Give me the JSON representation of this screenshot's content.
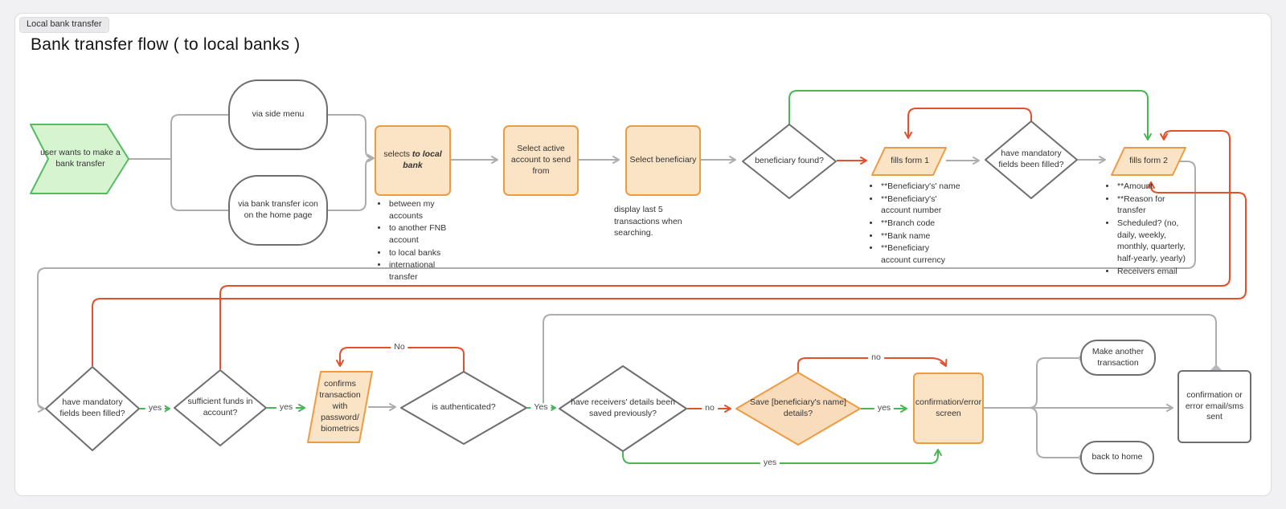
{
  "page": {
    "tab": "Local bank transfer",
    "title": "Bank transfer flow ( to local banks )"
  },
  "colors": {
    "connector_gray": "#adadaf",
    "connector_red": "#e2502c",
    "connector_green": "#4ab556",
    "shape_border_gray": "#6e6e70",
    "shape_border_orange": "#ec9c42",
    "shape_fill_orange": "#fbe3c5",
    "shape_fill_orange_diamond": "#f8dcbb",
    "start_fill_green": "#d7f4d1",
    "start_border_green": "#57bb61"
  },
  "nodes": {
    "start": "user wants to make a bank transfer",
    "via_side_menu": "via side menu",
    "via_icon": "via bank transfer icon on the home page",
    "selects_local": {
      "prefix": "selects ",
      "em": "to local bank"
    },
    "select_account": "Select active account to send from",
    "select_beneficiary": "Select beneficiary",
    "beneficiary_found": "beneficiary found?",
    "fills_form_1": "fills form 1",
    "mandatory_top": "have mandatory fields been filled?",
    "fills_form_2": "fills form 2",
    "mandatory_bottom": "have mandatory fields been filled?",
    "sufficient_funds": "sufficient funds in account?",
    "confirms_transaction": "confirms transaction with password/ biometrics",
    "is_authenticated": "is authenticated?",
    "receivers_saved": "have receivers' details been saved previously?",
    "save_details": "Save [beneficiary's name] details?",
    "confirmation_screen": "confirmation/error screen",
    "make_another": "Make another transaction",
    "back_to_home": "back to home",
    "email_sent": "confirmation or error email/sms sent"
  },
  "notes": {
    "transfer_types": [
      "between my accounts",
      "to another FNB account",
      "to local banks",
      "international transfer"
    ],
    "beneficiary_note": "display last 5 transactions when searching.",
    "form1_fields": [
      "**Beneficiary's' name",
      "**Beneficiary's' account number",
      "**Branch code",
      "**Bank name",
      "**Beneficiary account currency"
    ],
    "form2_fields": [
      "**Amount",
      "**Reason for transfer",
      "Scheduled? (no, daily, weekly, monthly, quarterly, half-yearly, yearly)",
      "Receivers email"
    ]
  },
  "labels": {
    "mandatory_yes": "yes",
    "funds_yes": "yes",
    "auth_no": "No",
    "auth_yes": "Yes",
    "receivers_no": "no",
    "receivers_yes": "yes",
    "save_no": "no",
    "save_yes": "yes"
  }
}
